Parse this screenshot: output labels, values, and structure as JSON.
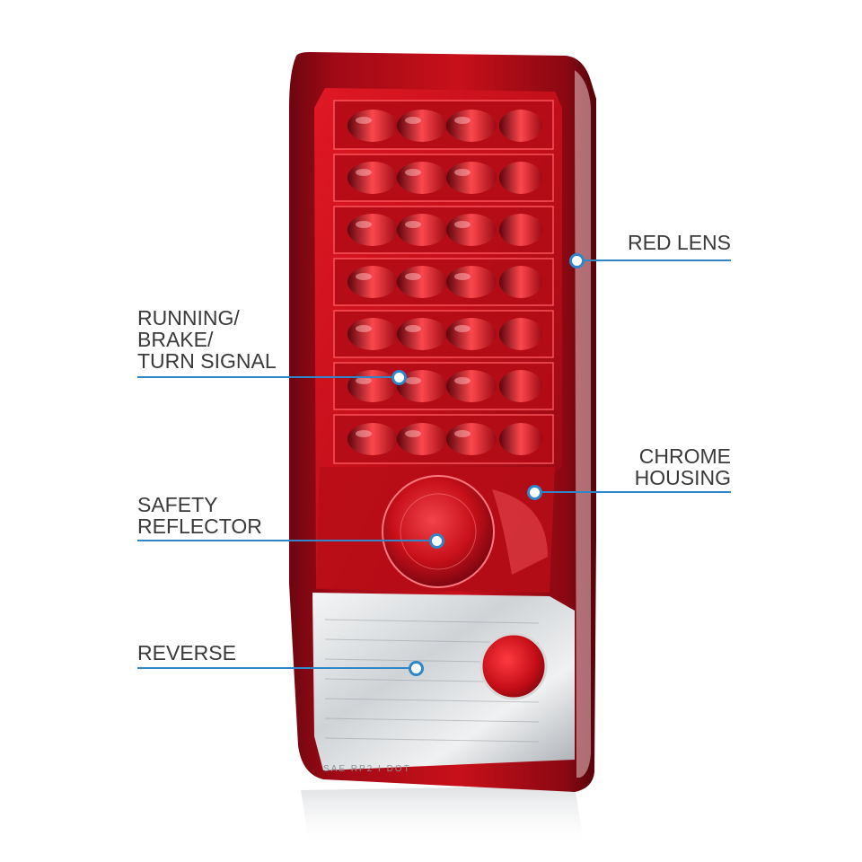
{
  "image": {
    "subject": "LED tail light assembly product photo",
    "colors": {
      "background": "#ffffff",
      "lens_red": "#c8101a",
      "lens_dark_red": "#7a0710",
      "clear_lens": "#e6e8ea",
      "callout_line": "#2f86c8",
      "label_text": "#3a3a3a"
    }
  },
  "callouts": {
    "red_lens": {
      "lines": [
        "RED LENS"
      ]
    },
    "running_brake_turn": {
      "lines": [
        "RUNNING/",
        "BRAKE/",
        "TURN SIGNAL"
      ]
    },
    "chrome_housing": {
      "lines": [
        "CHROME",
        "HOUSING"
      ]
    },
    "safety_reflector": {
      "lines": [
        "SAFETY",
        "REFLECTOR"
      ]
    },
    "reverse": {
      "lines": [
        "REVERSE"
      ]
    }
  },
  "lens_markings": {
    "dot_text": "SAE RP2 I DOT"
  }
}
